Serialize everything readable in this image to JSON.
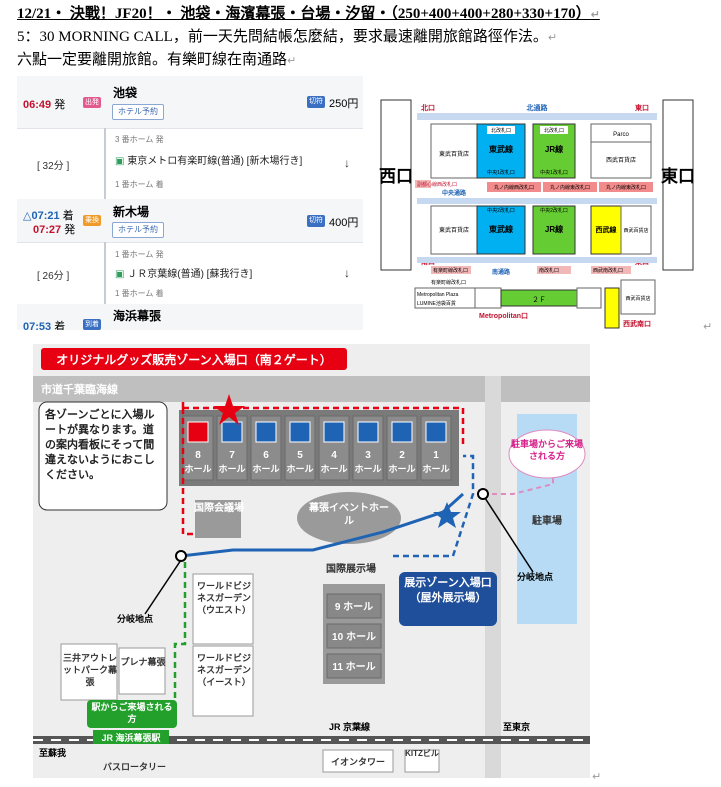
{
  "doc": {
    "title": "12/21‧ 決戰！JF20！‧ 池袋‧海濱幕張‧台場‧汐留‧（250+400+400+280+330+170）",
    "line1": "5：30 MORNING CALL，前一天先問結帳怎麼結，要求最速離開旅館路徑作法。",
    "line2": "六點一定要離開旅館。有樂町線在南通路",
    "para_mark": "↵",
    "map_mark": "↵"
  },
  "route": {
    "stops": [
      {
        "time_dep": "06:49",
        "suffix_dep": "発",
        "badge": "出発",
        "name": "池袋",
        "hotel": "ホテル予約",
        "ticket": "切符",
        "fare": "250円"
      },
      {
        "time_arr": "△07:21",
        "suffix_arr": "着",
        "time_dep": "07:27",
        "suffix_dep": "発",
        "badge": "乗換",
        "name": "新木場",
        "hotel": "ホテル予約",
        "ticket": "切符",
        "fare": "400円"
      },
      {
        "time_arr": "07:53",
        "suffix_arr": "着",
        "badge": "到着",
        "name": "海浜幕張"
      }
    ],
    "legs": [
      {
        "duration": "[ 32分 ]",
        "platform_from": "3 番ホーム 発",
        "line": "東京メトロ有楽町線(普通) [新木場行き]",
        "platform_to": "1 番ホーム 着"
      },
      {
        "duration": "[ 26分 ]",
        "platform_from": "1 番ホーム 発",
        "line": "ＪＲ京葉線(普通) [蘇我行き]",
        "platform_to": "1 番ホーム 着"
      }
    ]
  },
  "station_map": {
    "north_exit": "北口",
    "north_passage": "北通路",
    "east_label": "東口",
    "west_side": "西口",
    "east_side": "東口",
    "north_stairs": [
      "北改札口",
      "北改札口"
    ],
    "tobu_dept": "東武百貨店",
    "parco": "Parco",
    "seibu_dept": "西武百貨店",
    "tobu_line": "東武線",
    "jr_line": "JR線",
    "seibu_line": "西武線",
    "center_stairs": [
      "中央1改札口",
      "中央1改札口"
    ],
    "west_exit_gate": "副都心線西改札口",
    "center_passage": "中央通路",
    "marunouchi_west": "丸ノ内線西改札口",
    "marunouchi_east": "丸ノ内線東改札口",
    "marunouchi_east2": "丸ノ内線東改札口",
    "center_stairs2": [
      "中央2改札口",
      "中央2改札口"
    ],
    "south_exit": "南口",
    "south_east": "東口",
    "south_passage": "南通路",
    "yurakucho_gate": "有楽町線改札口",
    "south_gate": "南改札口",
    "seibu_south_gate": "西武南改札口",
    "yurakucho_gate2": "有楽町線改札口",
    "metropolitan_plaza": "Metropolitan Plaza",
    "lumine": "LUMINE池袋百貨",
    "floor2": "２Ｆ",
    "metropolitan_exit": "Metropolitan口",
    "seibu_south_exit": "西武南口"
  },
  "venue": {
    "header": "オリジナルグッズ販売ゾーン入場口（南２ゲート）",
    "road": "市道千葉臨海線",
    "notice": "各ゾーンごとに入場ルートが異なります。道の案内看板にそって間違えないようにおこしください。",
    "halls": [
      "8 ホール",
      "7 ホール",
      "6 ホール",
      "5 ホール",
      "4 ホール",
      "3 ホール",
      "2 ホール",
      "1 ホール"
    ],
    "kokusai_kaigijo": "国際会議場",
    "event_hall": "幕張イベントホール",
    "parking_guide": "駐車場からご来場される方",
    "parking": "駐車場",
    "branch": "分岐地点",
    "exhibition_center": "国際展示場",
    "exhibit_zone": "展示ゾーン入場口（屋外展示場）",
    "halls2": [
      "9 ホール",
      "10 ホール",
      "11 ホール"
    ],
    "wbg_west": "ワールドビジネスガーデン（ウエスト）",
    "wbg_east": "ワールドビジネスガーデン（イースト）",
    "mitsui": "三井アウトレットパーク幕張",
    "plena": "プレナ幕張",
    "station_guide": "駅からご来場される方",
    "jr_station": "JR 海浜幕張駅",
    "jr_line": "JR 京葉線",
    "to_soga": "至蘇我",
    "to_tokyo": "至東京",
    "bus": "バスロータリー",
    "aeon": "イオンタワー",
    "kitz": "KITZビル"
  }
}
